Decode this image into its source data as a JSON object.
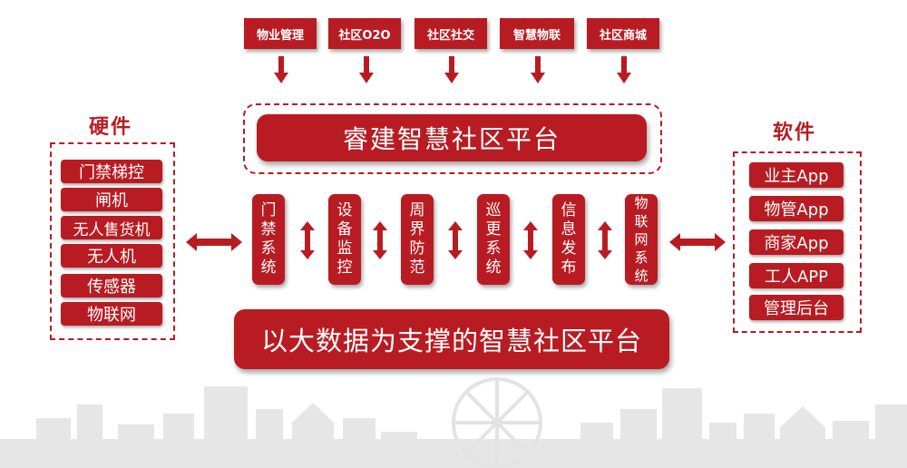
{
  "top_modules": [
    "物业管理",
    "社区O2O",
    "社区社交",
    "智慧物联",
    "社区商城"
  ],
  "upper_platform": "睿建智慧社区平台",
  "hardware": {
    "title": "硬件",
    "items": [
      "门禁梯控",
      "闸机",
      "无人售货机",
      "无人机",
      "传感器",
      "物联网"
    ]
  },
  "software": {
    "title": "软件",
    "items": [
      "业主App",
      "物管App",
      "商家App",
      "工人APP",
      "管理后台"
    ]
  },
  "systems": [
    [
      "门",
      "禁",
      "系",
      "统"
    ],
    [
      "设",
      "备",
      "监",
      "控"
    ],
    [
      "周",
      "界",
      "防",
      "范"
    ],
    [
      "巡",
      "更",
      "系",
      "统"
    ],
    [
      "信",
      "息",
      "发",
      "布"
    ],
    [
      "物",
      "联",
      "网",
      "系",
      "统"
    ]
  ],
  "lower_platform": "以大数据为支撑的智慧社区平台",
  "colors": {
    "accent": "#b81c22",
    "skyline": "#e3e3e3"
  }
}
